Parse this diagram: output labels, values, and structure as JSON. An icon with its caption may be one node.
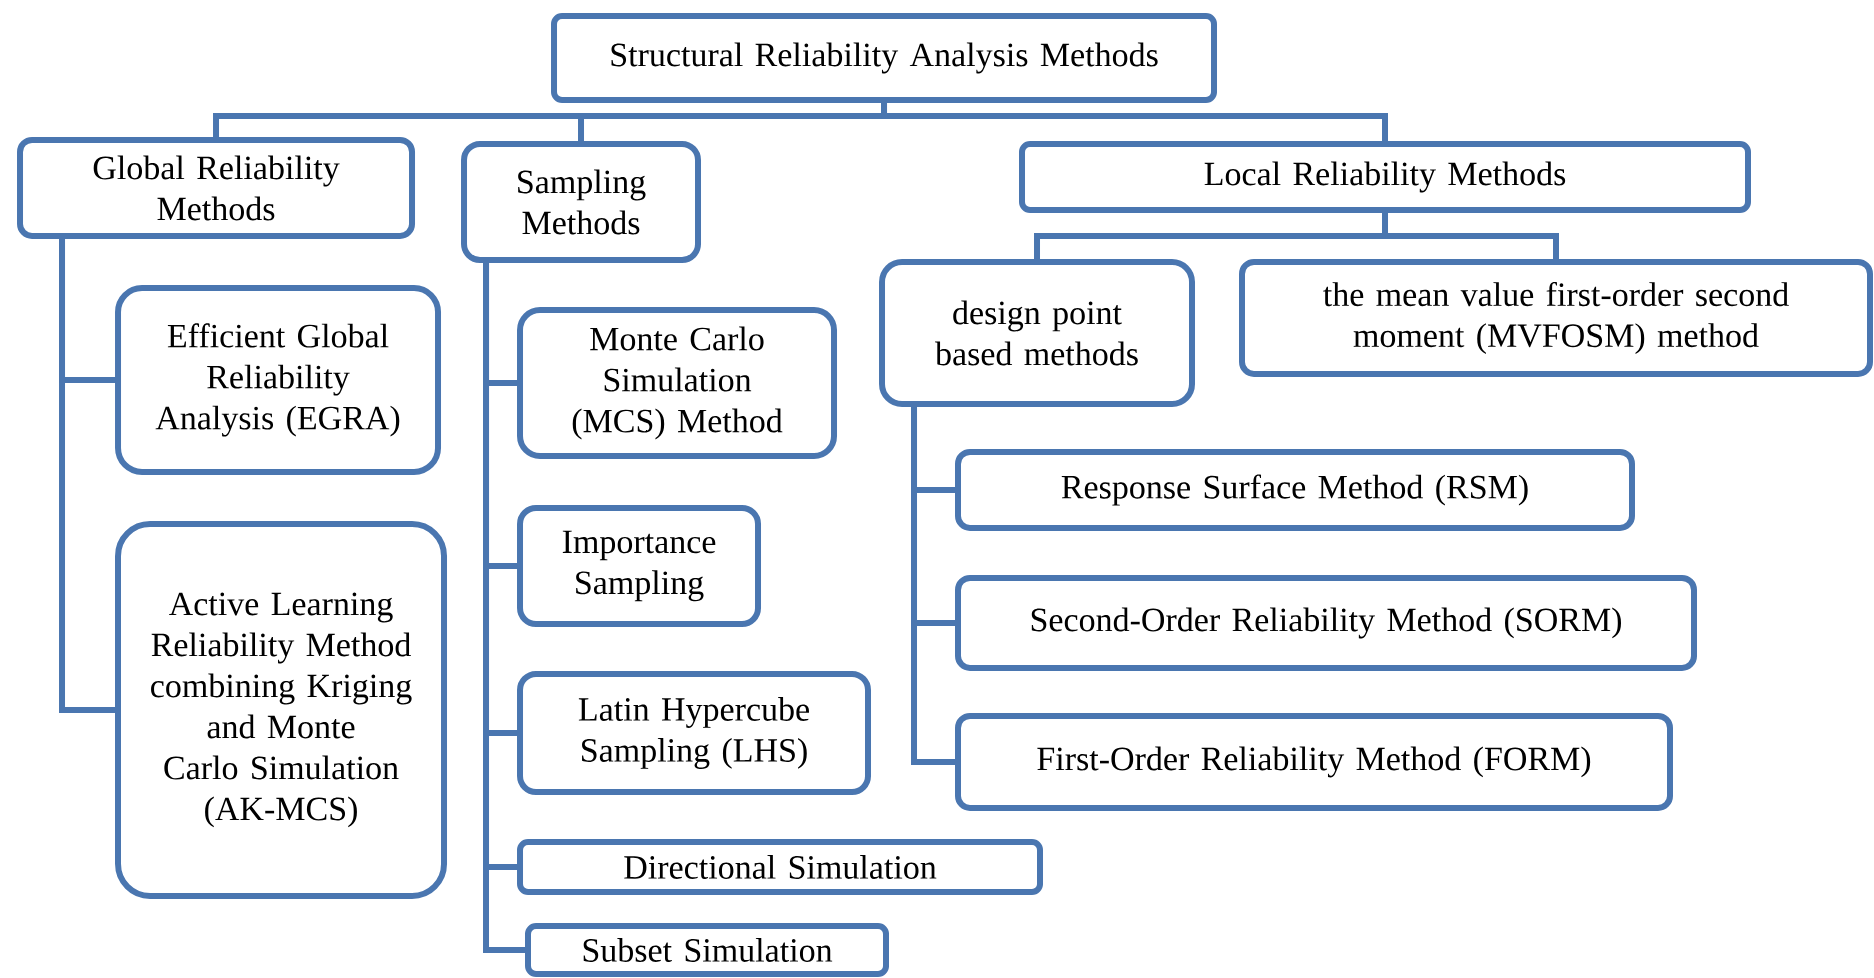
{
  "diagram": {
    "nodes": [
      {
        "text": [
          "Structural Reliability Analysis Methods"
        ]
      },
      {
        "text": [
          "Global Reliability Methods"
        ]
      },
      {
        "text": [
          "Sampling Methods"
        ]
      },
      {
        "text": [
          "Local Reliability Methods"
        ]
      },
      {
        "text": [
          "Efficient Global Reliability Analysis (EGRA)"
        ]
      },
      {
        "text": [
          "Active Learning Reliability Method combining Kriging and Monte Carlo Simulation (AK-MCS)"
        ]
      },
      {
        "text": [
          "Monte Carlo Simulation (MCS) Method"
        ]
      },
      {
        "text": [
          "Importance Sampling"
        ]
      },
      {
        "text": [
          "Latin Hypercube Sampling (LHS)"
        ]
      },
      {
        "text": [
          "Directional Simulation"
        ]
      },
      {
        "text": [
          "Subset Simulation"
        ]
      },
      {
        "text": [
          "design point based methods"
        ]
      },
      {
        "text": [
          "the mean value first-order second moment (MVFOSM) method"
        ]
      },
      {
        "text": [
          "Response Surface Method (RSM)"
        ]
      },
      {
        "text": [
          "Second-Order Reliability Method (SORM)"
        ]
      },
      {
        "text": [
          "First-Order Reliability Method (FORM)"
        ]
      }
    ],
    "edges": [
      {
        "from": 0,
        "to": 1,
        "arrow": "none"
      },
      {
        "from": 0,
        "to": 2,
        "arrow": "none"
      },
      {
        "from": 0,
        "to": 3,
        "arrow": "none"
      },
      {
        "from": 1,
        "to": 4,
        "arrow": "none"
      },
      {
        "from": 1,
        "to": 5,
        "arrow": "none"
      },
      {
        "from": 2,
        "to": 6,
        "arrow": "none"
      },
      {
        "from": 2,
        "to": 7,
        "arrow": "none"
      },
      {
        "from": 2,
        "to": 8,
        "arrow": "none"
      },
      {
        "from": 2,
        "to": 9,
        "arrow": "none"
      },
      {
        "from": 2,
        "to": 10,
        "arrow": "none"
      },
      {
        "from": 3,
        "to": 11,
        "arrow": "none"
      },
      {
        "from": 3,
        "to": 12,
        "arrow": "none"
      },
      {
        "from": 11,
        "to": 13,
        "arrow": "none"
      },
      {
        "from": 11,
        "to": 14,
        "arrow": "none"
      },
      {
        "from": 11,
        "to": 15,
        "arrow": "none"
      }
    ]
  }
}
